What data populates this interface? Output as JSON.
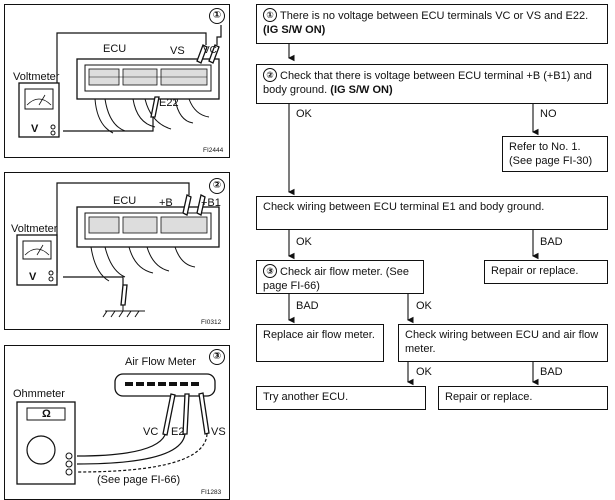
{
  "panels": {
    "p1": {
      "number": "①",
      "ecu": "ECU",
      "vs": "VS",
      "vc": "VC",
      "e22": "E22",
      "meter": "Voltmeter",
      "v": "V",
      "code": "FI2444"
    },
    "p2": {
      "number": "②",
      "ecu": "ECU",
      "b": "+B",
      "b1": "+B1",
      "meter": "Voltmeter",
      "v": "V",
      "code": "FI0312"
    },
    "p3": {
      "number": "③",
      "title": "Air Flow Meter",
      "meter": "Ohmmeter",
      "omega": "Ω",
      "vc": "VC",
      "e2": "E2",
      "vs": "VS",
      "page_ref": "(See page FI-66)",
      "code": "FI1283"
    }
  },
  "flow": {
    "step1": {
      "number": "①",
      "text": "There is no voltage between ECU terminals VC or VS and E22.",
      "bold": "(IG S/W ON)"
    },
    "step2": {
      "number": "②",
      "text": "Check that there is voltage between ECU terminal +B (+B1) and body ground.",
      "bold": "(IG S/W ON)"
    },
    "ok1": "OK",
    "no1": "NO",
    "refer": "Refer to No. 1. (See page FI-30)",
    "check_wiring_e1": "Check wiring between ECU terminal E1 and body ground.",
    "ok2": "OK",
    "bad1": "BAD",
    "step3": {
      "number": "③",
      "text": "Check air flow meter. (See page FI-66)"
    },
    "repair1": "Repair or replace.",
    "bad2": "BAD",
    "ok3": "OK",
    "replace_afm": "Replace air flow meter.",
    "check_wiring_afm": "Check wiring between ECU and air flow meter.",
    "ok4": "OK",
    "bad3": "BAD",
    "try_ecu": "Try another ECU.",
    "repair2": "Repair or replace."
  }
}
